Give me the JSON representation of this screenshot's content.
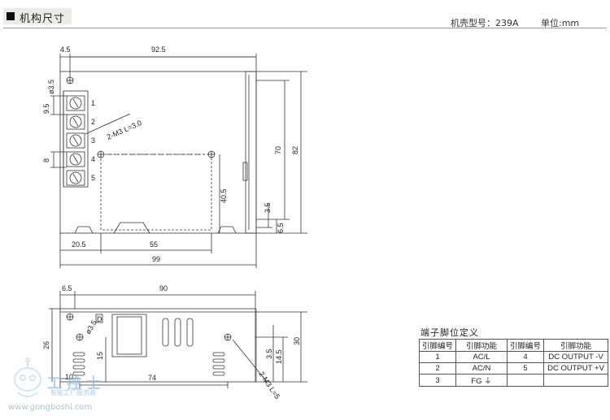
{
  "header": {
    "title": "机构尺寸",
    "model_label": "机壳型号：239A",
    "unit_label": "单位:mm"
  },
  "top_view": {
    "dims": {
      "left_offset": "4.5",
      "width_outer": "92.5",
      "hole_dia": "ø3.5",
      "pin_pitch": "9.5",
      "pin_gap": "8",
      "thread_note": "2-M3 L=3.0",
      "height_inner": "70",
      "height_outer": "82",
      "hole_height": "40.5",
      "base_step_a": "3.5",
      "base_step_b": "6.5",
      "hole_x": "20.5",
      "hole_spacing": "55",
      "total_width": "99"
    },
    "pins": [
      "1",
      "2",
      "3",
      "4",
      "5"
    ]
  },
  "bottom_view": {
    "dims": {
      "left_offset": "6.5",
      "width": "90",
      "hole_dia": "ø3.5",
      "height_a": "26",
      "height_b": "15",
      "height_total": "30",
      "right_a": "3.5",
      "right_b": "14.5",
      "hole_x": "10",
      "hole_spacing": "74",
      "thread_note": "2-M3 L=5",
      "mark_d": "D"
    }
  },
  "pin_table": {
    "title": "端子脚位定义",
    "headers": [
      "引脚编号",
      "引脚功能",
      "引脚编号",
      "引脚功能"
    ],
    "rows": [
      [
        "1",
        "AC/L",
        "4",
        "DC OUTPUT -V"
      ],
      [
        "2",
        "AC/N",
        "5",
        "DC OUTPUT +V"
      ],
      [
        "3",
        "FG ⏚",
        "",
        ""
      ]
    ]
  },
  "watermark": {
    "brand": "工控士",
    "slogan": "智能工厂服务商",
    "url": "www.gongboshi.com"
  }
}
